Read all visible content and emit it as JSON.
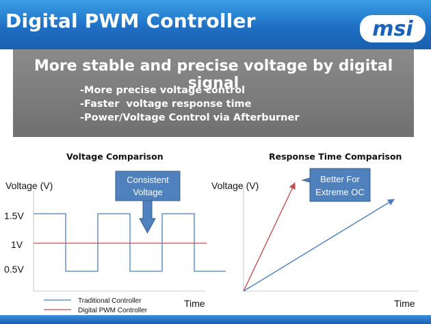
{
  "header": {
    "title": "Digital PWM Controller",
    "logo_text": "msi",
    "colors": {
      "header_blue": "#1f6fc4",
      "logo_blue": "#1b62b8"
    }
  },
  "banner": {
    "heading": "More stable and precise voltage by digital signal",
    "bullets": [
      "-More precise voltage control",
      "-Faster  voltage response time",
      "-Power/Voltage Control via Afterburner"
    ]
  },
  "voltage_chart": {
    "title": "Voltage Comparison",
    "y_label": "Voltage (V)",
    "x_label": "Time",
    "ticks": [
      "1.5V",
      "1V",
      "0.5V"
    ],
    "callout": [
      "Consistent",
      "Voltage"
    ],
    "legend": [
      {
        "label": "Traditional Controller",
        "color": "#4a7ebb"
      },
      {
        "label": "Digital PWM Controller",
        "color": "#c0504d"
      }
    ]
  },
  "response_chart": {
    "title": "Response Time Comparison",
    "y_label": "Voltage (V)",
    "x_label": "Time",
    "callout": [
      "Better For",
      "Extreme OC"
    ],
    "series_colors": {
      "digital": "#c0504d",
      "traditional": "#4a7ebb"
    }
  },
  "colors": {
    "callout_fill": "#4f81bd",
    "callout_border": "#385d8a"
  }
}
